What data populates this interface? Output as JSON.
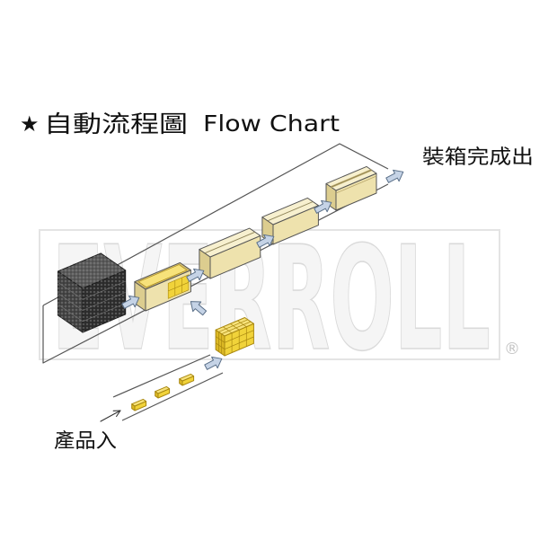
{
  "title": {
    "star": "★",
    "chinese": "自動流程圖",
    "english": "Flow Chart"
  },
  "labels": {
    "output": "裝箱完成出",
    "input": "產品入"
  },
  "watermark": {
    "text": "EVERROLL",
    "registered": "®"
  },
  "colors": {
    "carton_top": "#f7f0cf",
    "carton_front": "#eee2ad",
    "carton_side": "#dccd8f",
    "carton_inside": "#cdb970",
    "product": "#f1d33a",
    "product_top": "#f7e27a",
    "product_side": "#dcb926",
    "product_edge": "#a8870f",
    "dark_front": "#2f2f2f",
    "dark_side": "#454545",
    "dark_top": "#5c5c5c",
    "arrow_fill": "#c5d3e6",
    "arrow_stroke": "#5a6f88",
    "line": "#555555"
  }
}
